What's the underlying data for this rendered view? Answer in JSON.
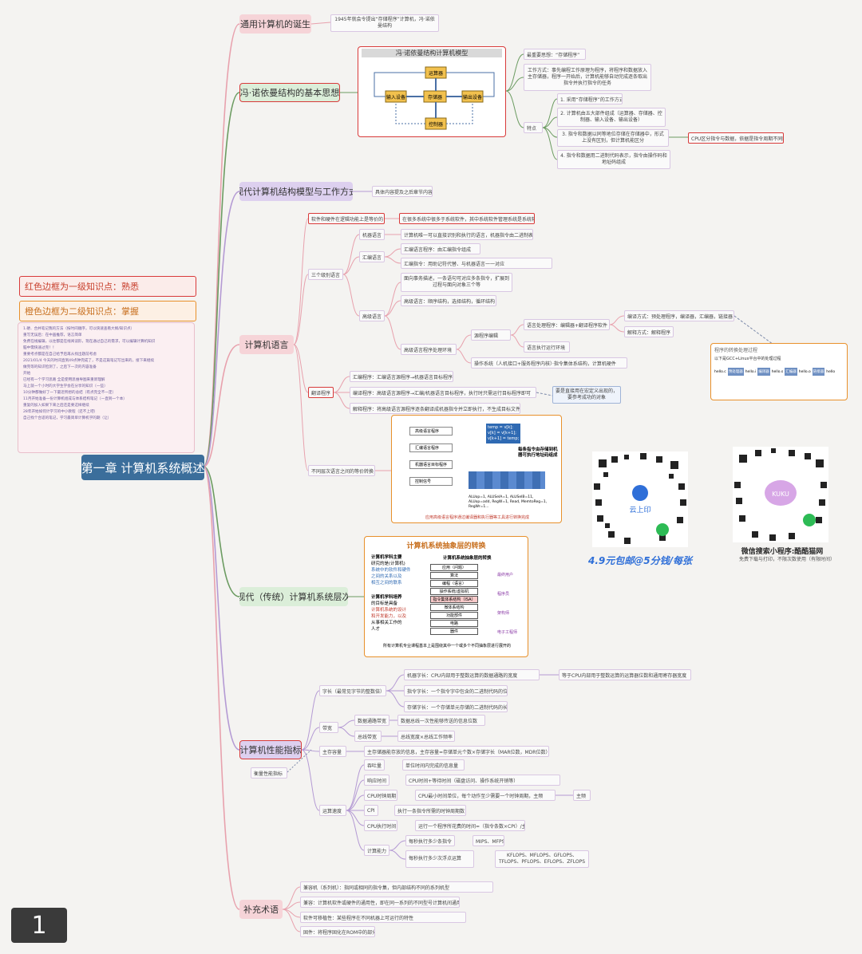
{
  "root": "第一章 计算机系统概述",
  "legend": {
    "red": "红色边框为一级知识点：熟悉",
    "orange": "橙色边框为二级知识点：掌握"
  },
  "notes": [
    "1.硬、合并笔记我的方法（按时间顺序，可以快速查看大纲/知识点）",
    "重写无误后：在中画推荐，语言简单",
    "免费在线编辑，以往都是在线阅读形，现在通过自己的需求，可以编辑计算机知识",
    "脑中需快速过完！！",
    "重要考点都是在自己给予后再从找出题前考虑",
    "",
    "2021/01/4 今天的时间直到49点钟完成了，不是这篇笔记写出来的，接下来继续",
    "做完等的知识检测了，之后下一次的内容准备",
    "",
    "开始",
    "已经有一个学习思路 全是使用思维导图来重新理解",
    "马上就一个小时的大学生学会在分享的知识（一些）",
    "10分钟都做好了一下最近所想的总结（有点完全不一定）",
    "11月开始准备一份计算机组成与体系结构笔记（一直到一个本）",
    "重复的加入如果下来之后还是要这样继续",
    "28年开始如何计学习的中小教程（还不上吧）",
    "自己找个合适的笔记，学习最简单计算机学的期（让）"
  ],
  "l1": [
    "通用计算机的诞生",
    "冯·诺依曼结构的基本思想",
    "现代计算机结构模型与工作方式",
    "计算机语言",
    "现代（传统）计算机系统层次",
    "计算机性能指标",
    "补充术语"
  ],
  "birth_desc": "1945年就会令提出“存储程序”计算机，冯·诺依曼结构",
  "vn_panel_title": "冯·诺依曼结构计算机模型",
  "vn_blocks": [
    "运算器",
    "输入设备",
    "存储器",
    "输出设备",
    "控制器"
  ],
  "vn_right": [
    "最重要思想：“存储程序”",
    "工作方式：事先编程工作原理为程序，将程序和数据放入主存储器，程序一开始后，计算机能够自动完成逐条取出指令并执行指令的任务",
    "特点",
    "1. 采用“存储程序”的工作方式",
    "2. 计算机由五大部件组成（运算器、存储器、控制器、输入设备、输出设备）",
    "3. 指令和数据以同等地位存储在存储器中，形式上没有区别，但计算机能区分",
    "4. 指令和数据用二进制代码表示，指令由操作码和地址码组成"
  ],
  "vn_far": "CPU区分指令与数据，依据是指令周期不同阶段",
  "modern_desc": "具体内容提及之后章节内容",
  "lang_level": [
    "软件和硬件在逻辑功能上是等价的",
    "三个级别语言",
    "翻译程序",
    "不同层次语言之间的等价转换"
  ],
  "lang_fact": "在很多系统中很多于系统软件，其中系统软件管理系统是系统软件",
  "lang_three": [
    "机器语言",
    "汇编语言",
    "高级语言"
  ],
  "lang_machine": "计算机唯一可以直接识别和执行的语言，机器指令由二进制表示",
  "lang_asm": [
    "汇编语言程序：由汇编指令组成",
    "汇编指令：用助记符代替、与机器语言一一对应"
  ],
  "lang_high": [
    "面向事务描述，一条语句可对应多条指令，扩展到过程与面向对象三个等",
    "高级语言：顺序结构，选择结构，循环结构",
    "高级语言程序处理环境"
  ],
  "lang_env": [
    "源程序编辑",
    "语言处理程序：编辑器+翻译程序软件",
    "语言执行运行环境",
    "操作系统（人机接口+服务程序内核）·指令集体系结构，计算机硬件"
  ],
  "lang_far": [
    "编译方式：预处理程序，编译器，汇编器，链接器",
    "解释方式：解释程序"
  ],
  "trans": [
    "汇编程序：汇编语言源程序→机器语言目标程序",
    "编译程序：高级语言源程序→汇编/机器语言目标程序，执行时只需运行目标程序即可",
    "解释程序：将高级语言源程序逐条翻译成机器指令并立即执行，不生成目标文件"
  ],
  "trans_note": "要是直接用在宏定义出现的，要参考成功的对象",
  "gcc_panel_title": "程序的转换处理过程",
  "gcc_subtitle": "以下是GCC+Linux平台中的处理过程",
  "gcc_steps": [
    "hello.c",
    "预处理器",
    "hello.i",
    "编译器",
    "hello.s",
    "汇编器",
    "hello.o",
    "链接器",
    "hello"
  ],
  "equiv_panel": {
    "left_steps": [
      "高级语言程序",
      "汇编语言程序",
      "机器语言目标程序",
      "控制信号"
    ],
    "code": [
      "temp = v[k];",
      "v[k] = v[k+1];",
      "v[k+1] = temp;"
    ],
    "note": "每条指令由存储到机器可执行地址码组成",
    "signals": "ALUop=1, ALUSelA=1, ALUSelB=11, ALUop=add, RegW=1, Read, MemtoReg=1, RegWr=1...",
    "footer": "应用高级语言程序通过编译器和执行器等工具进行转换完成"
  },
  "layers_panel": {
    "title": "计算机系统抽象层的转换",
    "subtitle": "计算机系统抽象层的转换",
    "left_a": [
      "计算机学科主要",
      "研究的是(计算机)",
      "系统中的软件和硬件",
      "之间的关系以及",
      "相互之间的联系"
    ],
    "left_b": [
      "计算机学科培养",
      "的目标是具备",
      "计算机系统的设计",
      "和开发能力，以及",
      "从事相关工作的",
      "人才"
    ],
    "layers": [
      "应用（问题）",
      "算法",
      "编程（语言）",
      "操作系统/虚拟机",
      "指令集体系结构（ISA）",
      "微体系结构",
      "功能部件",
      "电路",
      "器件"
    ],
    "right": [
      "最终用户",
      "程序员",
      "架构师",
      "电子工程师"
    ],
    "footer": "所有计算机专业课程基本上是围绕其中一个或多个不同抽象层进行展开的"
  },
  "perf_level": [
    "字长（最常见字节的整数倍）",
    "带宽",
    "主存容量",
    "衡量性能指标",
    "运算速度"
  ],
  "perf_wordlen": [
    "机器字长：CPU内部用于整数运算的数据通路的宽度",
    "指令字长：一个指令字中包含的二进制代码的位数",
    "存储字长：一个存储单元存储的二进制代码的长度"
  ],
  "perf_wordlen_far": "等于CPU内部用于整数运算的运算器位数和通用寄存器宽度",
  "perf_bw": [
    "数据通路带宽",
    "总线带宽"
  ],
  "perf_bw_desc": [
    "数据总线一次性能够传送的信息位数",
    "总线宽度×总线工作频率"
  ],
  "perf_mem": "主存储器能存放的信息，主存容量=存储单元个数×存储字长（MAR位数，MDR位数）",
  "perf_speed": [
    "吞吐量",
    "响应时间",
    "CPU时钟周期",
    "CPI",
    "CPU执行时间",
    "计算能力"
  ],
  "perf_speed_desc": [
    "单位时间内完成的信息量",
    "CPU时间+等待时间（磁盘访问、操作系统开销等）",
    "CPU最小时间单位，每个动作至少需要一个时钟周期，主频",
    "执行一条指令所需的时钟周期数",
    "运行一个程序所花费的时间=（指令条数×CPI）/主频",
    "每秒执行多少条指令"
  ],
  "perf_clock_far": "主频",
  "perf_mips": "MIPS、MFPS",
  "perf_flops": "每秒执行多少次浮点运算",
  "perf_flops_units": "KFLOPS、MFLOPS、GFLOPS、TFLOPS、PFLOPS、EFLOPS、ZFLOPS",
  "terms": [
    "兼容机（系列机）：指同或相同的指令集，但内部结构不同的系列机型",
    "兼容：计算机软件或硬件的通用性，即在同一系列的不同型号计算机间通用",
    "软件可移植性：某些程序在不同机器上可运行的特性",
    "固件：将程序固化在ROM中的部分"
  ],
  "qr": [
    {
      "caption": "4.9元包邮@5分钱/每张",
      "logo": "云上印",
      "color": "#2f6fd8"
    },
    {
      "caption": "微信搜索小程序:酷酷猫网",
      "logo": "KUKU",
      "color": "#2b2b2b",
      "sub": "免费下载与打印，不限次数使用（有限时间）"
    }
  ],
  "page_number": "1",
  "colors": {
    "root": "#3b6e9b",
    "l1_fill": "#f6d4d8",
    "l1_purple": "#ddd0ef",
    "l1_green": "#dbeed9",
    "branch_pink": "#e8a1ad",
    "branch_green": "#6b9b61",
    "branch_purple": "#b49ad4"
  }
}
